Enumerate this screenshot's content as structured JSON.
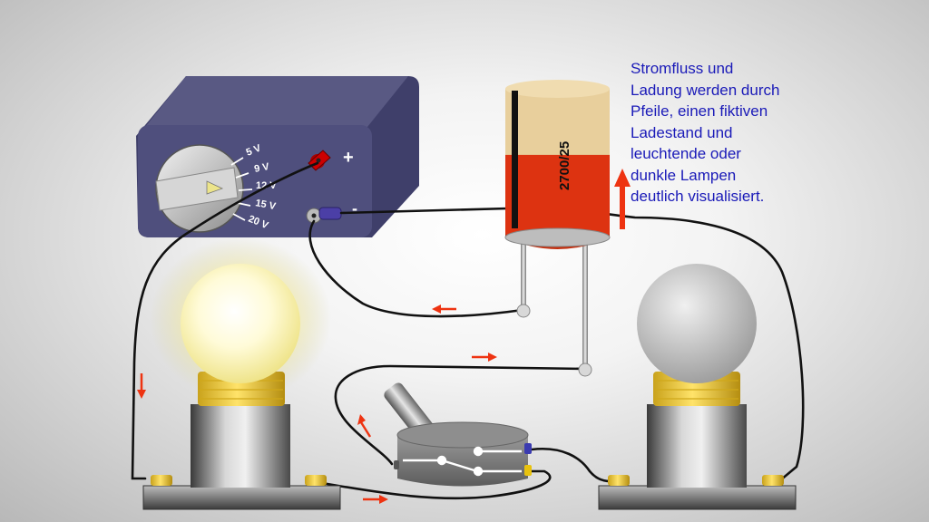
{
  "power_supply": {
    "voltage_labels": [
      "5 V",
      "9 V",
      "12 V",
      "15 V",
      "20 V"
    ],
    "plus_label": "+",
    "minus_label": "-"
  },
  "capacitor": {
    "label": "2700/25",
    "charge_level": 0.55
  },
  "description": {
    "lines": [
      "Stromfluss und",
      "Ladung werden durch",
      "Pfeile, einen fiktiven",
      "Ladestand und",
      "leuchtende oder",
      "dunkle Lampen",
      "deutlich visualisiert."
    ]
  },
  "lamps": {
    "left": "lit",
    "right": "dark"
  },
  "colors": {
    "wire": "#111111",
    "arrow": "#ee3311",
    "supply_body": "#4f4f7d",
    "capacitor_charge": "#dd3311",
    "capacitor_empty": "#e8cf9c",
    "text": "#1a1ab8"
  }
}
